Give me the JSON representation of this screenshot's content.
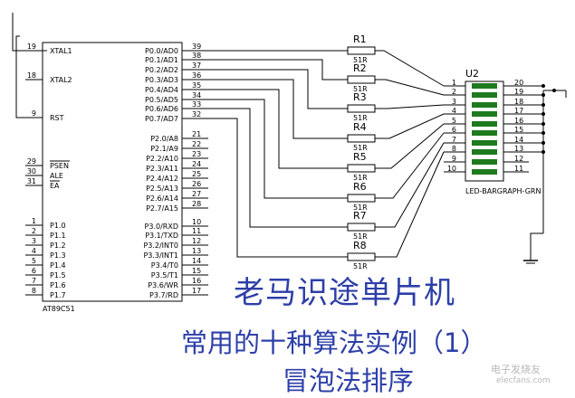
{
  "mcu": {
    "name": "AT89C51",
    "left_pins": [
      {
        "num": "19",
        "name": "XTAL1"
      },
      {
        "num": "18",
        "name": "XTAL2"
      },
      {
        "num": "9",
        "name": "RST"
      },
      {
        "num": "29",
        "name": "PSEN"
      },
      {
        "num": "30",
        "name": "ALE"
      },
      {
        "num": "31",
        "name": "EA"
      },
      {
        "num": "1",
        "name": "P1.0"
      },
      {
        "num": "2",
        "name": "P1.1"
      },
      {
        "num": "3",
        "name": "P1.2"
      },
      {
        "num": "4",
        "name": "P1.3"
      },
      {
        "num": "5",
        "name": "P1.4"
      },
      {
        "num": "6",
        "name": "P1.5"
      },
      {
        "num": "7",
        "name": "P1.6"
      },
      {
        "num": "8",
        "name": "P1.7"
      }
    ],
    "right_pins": [
      {
        "num": "39",
        "name": "P0.0/AD0"
      },
      {
        "num": "38",
        "name": "P0.1/AD1"
      },
      {
        "num": "37",
        "name": "P0.2/AD2"
      },
      {
        "num": "36",
        "name": "P0.3/AD3"
      },
      {
        "num": "35",
        "name": "P0.4/AD4"
      },
      {
        "num": "34",
        "name": "P0.5/AD5"
      },
      {
        "num": "33",
        "name": "P0.6/AD6"
      },
      {
        "num": "32",
        "name": "P0.7/AD7"
      },
      {
        "num": "21",
        "name": "P2.0/A8"
      },
      {
        "num": "22",
        "name": "P2.1/A9"
      },
      {
        "num": "23",
        "name": "P2.2/A10"
      },
      {
        "num": "24",
        "name": "P2.3/A11"
      },
      {
        "num": "25",
        "name": "P2.4/A12"
      },
      {
        "num": "26",
        "name": "P2.5/A13"
      },
      {
        "num": "27",
        "name": "P2.6/A14"
      },
      {
        "num": "28",
        "name": "P2.7/A15"
      },
      {
        "num": "10",
        "name": "P3.0/RXD"
      },
      {
        "num": "11",
        "name": "P3.1/TXD"
      },
      {
        "num": "12",
        "name": "P3.2/INT0"
      },
      {
        "num": "13",
        "name": "P3.3/INT1"
      },
      {
        "num": "14",
        "name": "P3.4/T0"
      },
      {
        "num": "15",
        "name": "P3.5/T1"
      },
      {
        "num": "16",
        "name": "P3.6/WR"
      },
      {
        "num": "17",
        "name": "P3.7/RD"
      }
    ]
  },
  "resistors": [
    {
      "ref": "R1",
      "value": "51R"
    },
    {
      "ref": "R2",
      "value": "51R"
    },
    {
      "ref": "R3",
      "value": "51R"
    },
    {
      "ref": "R4",
      "value": "51R"
    },
    {
      "ref": "R5",
      "value": "51R"
    },
    {
      "ref": "R6",
      "value": "51R"
    },
    {
      "ref": "R7",
      "value": "51R"
    },
    {
      "ref": "R8",
      "value": "51R"
    }
  ],
  "bargraph": {
    "ref": "U2",
    "part": "LED-BARGRAPH-GRN",
    "left_pins": [
      "1",
      "2",
      "3",
      "4",
      "5",
      "6",
      "7",
      "8",
      "9",
      "10"
    ],
    "right_pins": [
      "20",
      "19",
      "18",
      "17",
      "16",
      "15",
      "14",
      "13",
      "12",
      "11"
    ],
    "segment_color": "#1e7a1e"
  },
  "caption": {
    "title": "老马识途单片机",
    "subtitle": "常用的十种算法实例（1）",
    "subtitle2": "冒泡法排序",
    "color": "#2d3fa8"
  },
  "watermark": {
    "text": "elecfans.com",
    "cn": "电子发烧友"
  }
}
